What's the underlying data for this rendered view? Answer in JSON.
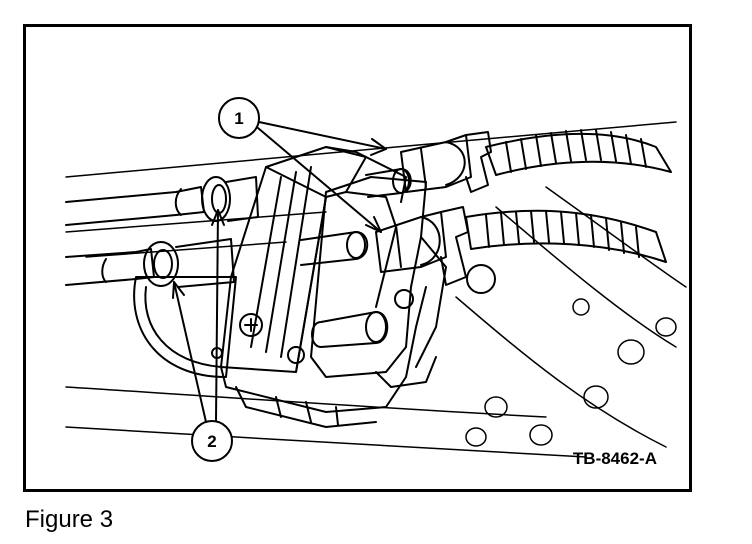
{
  "figure": {
    "callouts": [
      {
        "id": "1",
        "label": "1"
      },
      {
        "id": "2",
        "label": "2"
      }
    ],
    "reference_id": "TB-8462-A",
    "caption": "Figure 3"
  },
  "colors": {
    "line": "#000000",
    "background": "#ffffff"
  }
}
